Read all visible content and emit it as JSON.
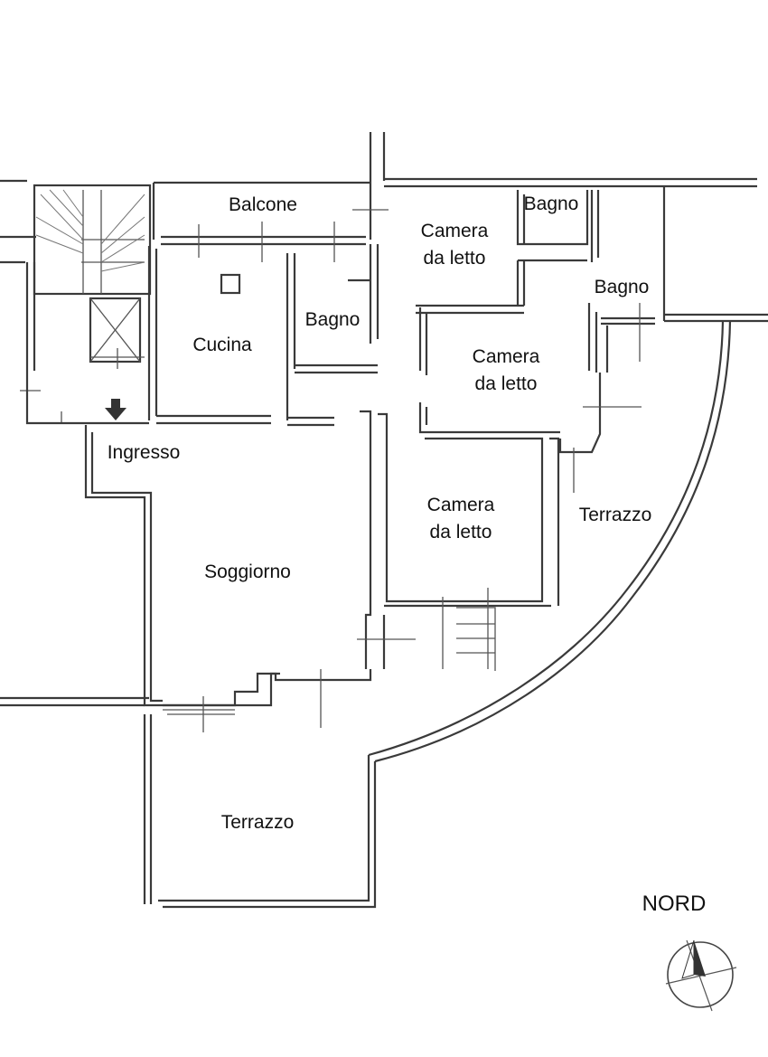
{
  "rooms": {
    "balcone": "Balcone",
    "bagno_top": "Bagno",
    "camera_1": [
      "Camera",
      "da letto"
    ],
    "bagno_right": "Bagno",
    "bagno_mid": "Bagno",
    "cucina": "Cucina",
    "camera_2": [
      "Camera",
      "da letto"
    ],
    "ingresso": "Ingresso",
    "camera_3": [
      "Camera",
      "da letto"
    ],
    "terrazzo_east": "Terrazzo",
    "soggiorno": "Soggiorno",
    "terrazzo_south": "Terrazzo"
  },
  "compass": {
    "label": "NORD"
  },
  "icons": {
    "entrance": "entrance-arrow-icon",
    "compass": "compass-rose-icon"
  }
}
